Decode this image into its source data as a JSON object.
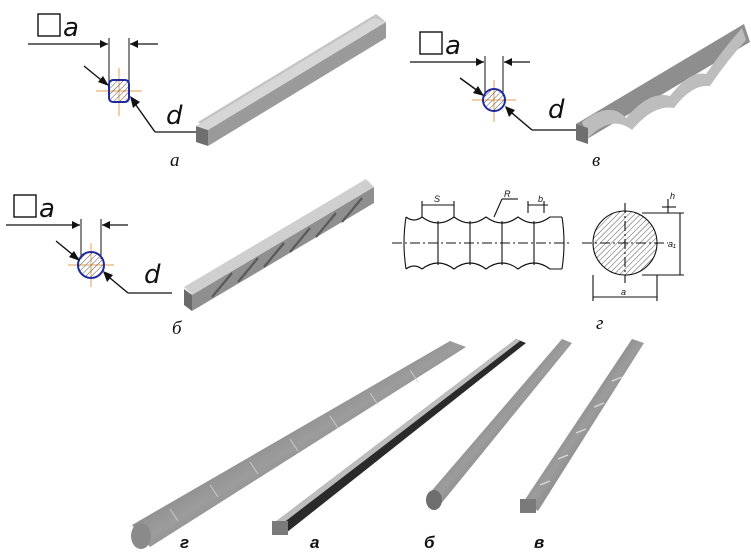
{
  "panels": {
    "a": {
      "caption": "а",
      "size_symbol": "a",
      "diameter_symbol": "d"
    },
    "b": {
      "caption": "б",
      "size_symbol": "a",
      "diameter_symbol": "d"
    },
    "v": {
      "caption": "в",
      "size_symbol": "a",
      "diameter_symbol": "d"
    },
    "g": {
      "caption": "г",
      "dim_s": "S",
      "dim_r": "R",
      "dim_b": "b",
      "dim_h": "h",
      "dim_a": "a",
      "dim_a1": "a₁"
    }
  },
  "photo": {
    "labels": [
      "г",
      "а",
      "б",
      "в"
    ]
  },
  "colors": {
    "section_outline": "#1f2a9e",
    "centerline": "#e0a050",
    "bar_face": "#9a9a9a",
    "bar_top": "#c4c4c4",
    "bar_end": "#6f6f6f"
  }
}
